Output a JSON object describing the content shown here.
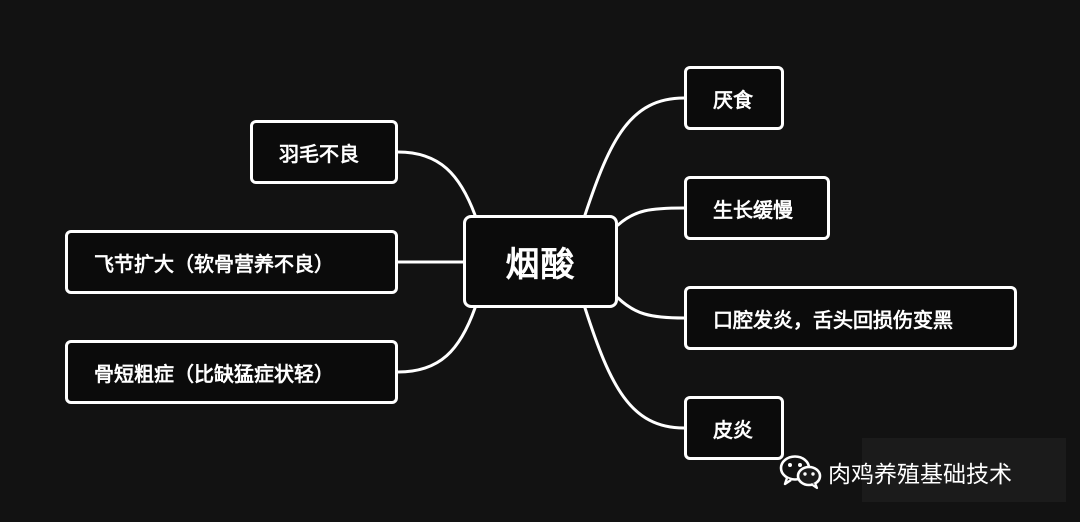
{
  "center": {
    "label": "烟酸"
  },
  "left_branches": [
    {
      "label": "羽毛不良"
    },
    {
      "label": "飞节扩大（软骨营养不良）"
    },
    {
      "label": "骨短粗症（比缺猛症状轻）"
    }
  ],
  "right_branches": [
    {
      "label": "厌食"
    },
    {
      "label": "生长缓慢"
    },
    {
      "label": "口腔发炎，舌头回损伤变黑"
    },
    {
      "label": "皮炎"
    }
  ],
  "watermark": {
    "text": "肉鸡养殖基础技术",
    "icon": "wechat-icon"
  },
  "colors": {
    "background": "#121212",
    "node_border": "#ffffff",
    "text": "#ffffff"
  }
}
